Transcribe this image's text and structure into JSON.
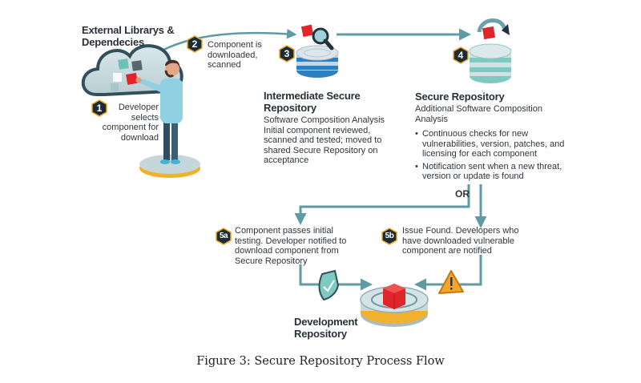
{
  "diagram": {
    "title_caption": "Figure 3: Secure Repository Process Flow",
    "colors": {
      "arrow": "#5f9aa5",
      "badge_fill": "#1d2b36",
      "badge_border": "#e9a92a",
      "cube_red": "#e0262a",
      "repo_teal": "#7fc9c3",
      "repo_blue": "#2f7fbf",
      "platform_gold": "#f2b12c",
      "warning": "#f3a62a"
    },
    "source": {
      "title": "External Librarys & Dependecies",
      "icon": "cloud-with-components-icon"
    },
    "steps": [
      {
        "badge": "1",
        "text": "Developer selects component for download",
        "icon": "developer-icon"
      },
      {
        "badge": "2",
        "text": "Component is downloaded, scanned"
      },
      {
        "badge": "3",
        "title": "Intermediate Secure Repository",
        "text": "Software Composition Analysis Initial component reviewed, scanned and tested; moved to shared Secure Repository on acceptance",
        "icon": "database-scan-icon"
      },
      {
        "badge": "4",
        "title": "Secure Repository",
        "text": "Additional Software Composition Analysis",
        "bullets": [
          "Continuous checks for new vulnerabilities, version, patches, and licensing for each component",
          "Notification sent when a new threat, version or update is found"
        ],
        "icon": "database-refresh-icon"
      },
      {
        "badge": "5a",
        "text": "Component passes initial testing. Developer notified to download component from Secure Repository",
        "icon": "shield-check-icon"
      },
      {
        "badge": "5b",
        "text": "Issue Found. Developers who have downloaded vulnerable component are notified",
        "icon": "warning-icon"
      }
    ],
    "branch_label": "OR",
    "destination": {
      "title": "Development Repository",
      "icon": "repository-platform-icon"
    }
  }
}
